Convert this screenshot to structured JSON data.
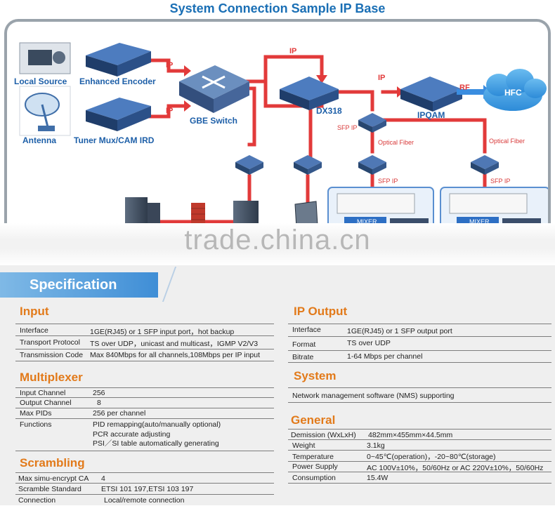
{
  "diagram": {
    "title": "System Connection Sample IP Base",
    "labels": {
      "local_source": "Local Source",
      "antenna": "Antenna",
      "enhanced_encoder": "Enhanced Encoder",
      "tuner_mux": "Tuner Mux/CAM IRD",
      "gbe_switch": "GBE Switch",
      "dx318": "DX318",
      "ipqam": "IPQAM",
      "hfc": "HFC",
      "ip_1": "IP",
      "ip_2": "IP",
      "ip_3": "IP",
      "ip_4": "IP",
      "rf": "RF",
      "sfp_ip_1": "SFP IP",
      "sfp_ip_2": "SFP IP",
      "sfp_ip_3": "SFP IP",
      "optical_fiber_1": "Optical Fiber",
      "optical_fiber_2": "Optical Fiber",
      "mixer_1": "MIXER",
      "mixer_2": "MIXER"
    },
    "colors": {
      "link": "#e23a3a",
      "device": "#23487a",
      "label": "#1d5fa8"
    }
  },
  "watermark": "trade.china.cn",
  "spec": {
    "banner": "Specification",
    "input": {
      "title": "Input",
      "rows": [
        {
          "key": "Interface",
          "values": [
            "1GE(RJ45) or 1 SFP input port，hot backup"
          ]
        },
        {
          "key": "Transport Protocol",
          "values": [
            "TS over UDP，unicast and multicast，IGMP V2/V3"
          ]
        },
        {
          "key": "Transmission Code",
          "values": [
            "Max 840Mbps for all channels,108Mbps per IP input"
          ]
        }
      ]
    },
    "multiplexer": {
      "title": "Multiplexer",
      "rows": [
        {
          "key": "Input Channel",
          "values": [
            "256"
          ]
        },
        {
          "key": "Output Channel",
          "values": [
            "8"
          ]
        },
        {
          "key": "Max PIDs",
          "values": [
            "256 per channel"
          ]
        },
        {
          "key": "Functions",
          "values": [
            "PID remapping(auto/manually optional)",
            "PCR accurate adjusting",
            "PSI／SI table automatically generating"
          ]
        }
      ]
    },
    "scrambling": {
      "title": "Scrambling",
      "rows": [
        {
          "key": "Max simu-encrypt CA",
          "values": [
            "4"
          ]
        },
        {
          "key": "Scramble Standard",
          "values": [
            "ETSI 101 197,ETSI 103 197"
          ]
        },
        {
          "key": "Connection",
          "values": [
            "Local/remote connection"
          ]
        }
      ]
    },
    "ip_output": {
      "title": "IP Output",
      "rows": [
        {
          "key": "Interface",
          "values": [
            "1GE(RJ45) or 1 SFP output port"
          ]
        },
        {
          "key": "Format",
          "values": [
            "TS over UDP"
          ]
        },
        {
          "key": "Bitrate",
          "values": [
            "1-64 Mbps per channel"
          ]
        }
      ]
    },
    "system": {
      "title": "System",
      "rows": [
        {
          "key": "",
          "values": [
            "Network management software (NMS) supporting"
          ]
        }
      ]
    },
    "general": {
      "title": "General",
      "rows": [
        {
          "key": "Demission (WxLxH)",
          "values": [
            "482mm×455mm×44.5mm"
          ]
        },
        {
          "key": "Weight",
          "values": [
            "3.1kg"
          ]
        },
        {
          "key": "Temperature",
          "values": [
            "0~45℃(operation)，-20~80℃(storage)"
          ]
        },
        {
          "key": "Power Supply",
          "values": [
            "AC 100V±10%，50/60Hz or AC 220V±10%，50/60Hz"
          ]
        },
        {
          "key": "Consumption",
          "values": [
            "15.4W"
          ]
        }
      ]
    }
  }
}
